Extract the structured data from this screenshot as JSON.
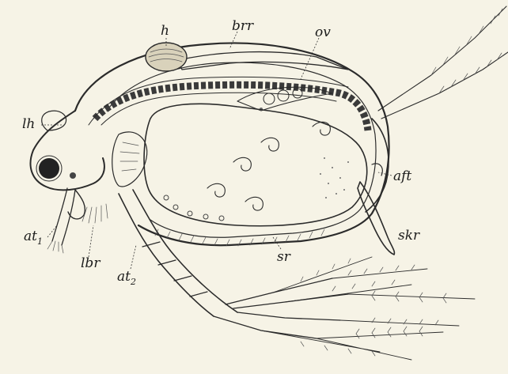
{
  "colors": {
    "paper": "#f6f3e6",
    "ink": "#2b2b2b",
    "shade": "#3a3a3a"
  },
  "labels": {
    "h": "h",
    "brr": "brr",
    "ov": "ov",
    "lh": "lh",
    "aft": "aft",
    "at1_main": "at",
    "at1_sub": "1",
    "lbr": "lbr",
    "at2_main": "at",
    "at2_sub": "2",
    "sr": "sr",
    "skr": "skr"
  }
}
